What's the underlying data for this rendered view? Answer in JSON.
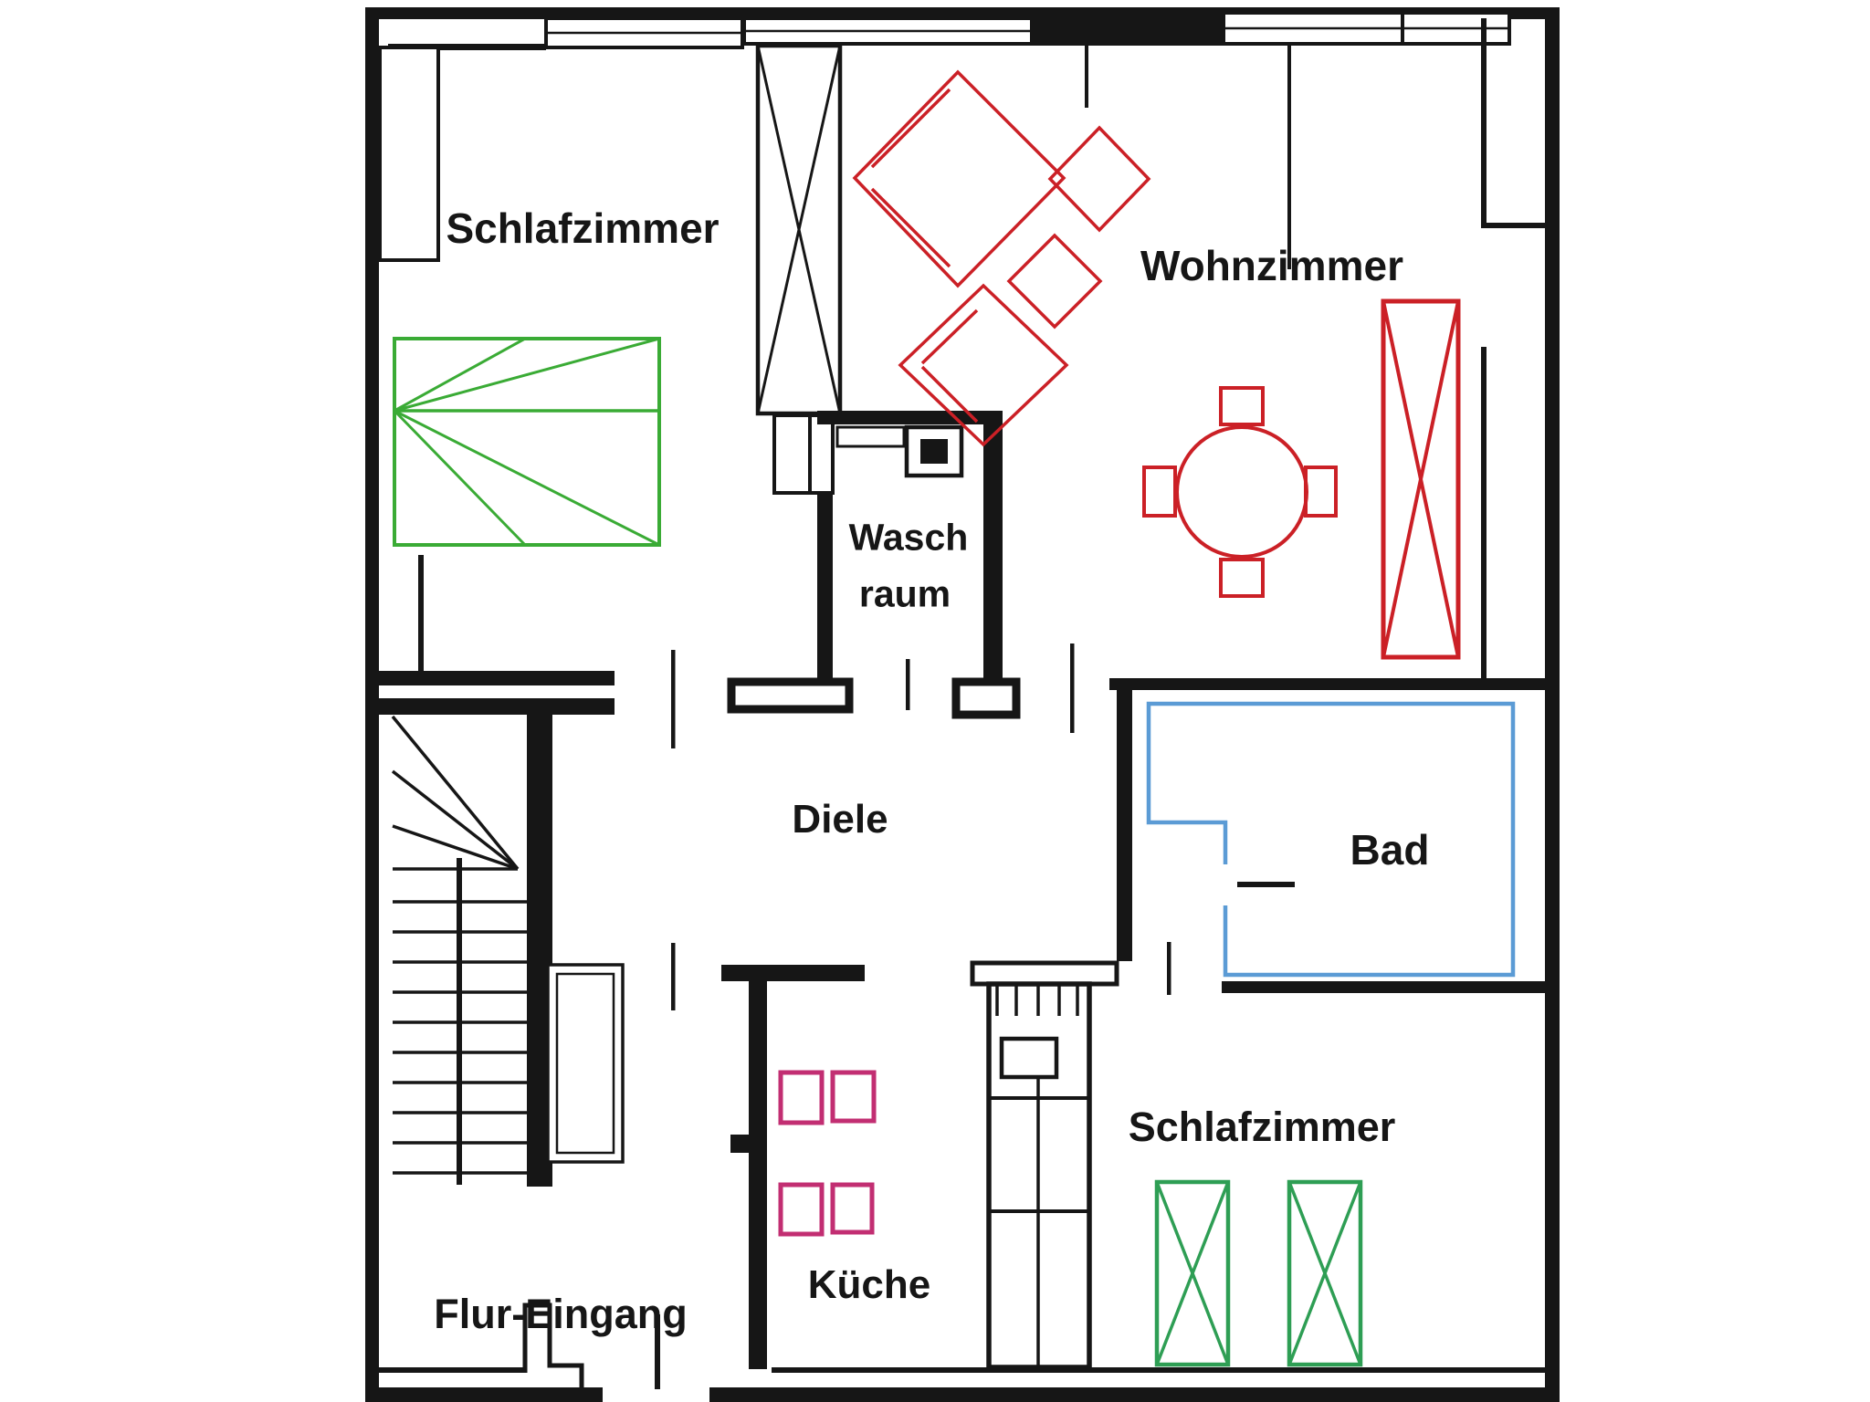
{
  "plan": {
    "type": "apartment floor plan",
    "rooms": {
      "schlafzimmer_top": {
        "label": "Schlafzimmer"
      },
      "wohnzimmer": {
        "label": "Wohnzimmer"
      },
      "waschraum": {
        "label_line1": "Wasch",
        "label_line2": "raum"
      },
      "diele": {
        "label": "Diele"
      },
      "bad": {
        "label": "Bad"
      },
      "flur_eingang": {
        "label": "Flur-Eingang"
      },
      "kueche": {
        "label": "Küche"
      },
      "schlafzimmer_bottom": {
        "label": "Schlafzimmer"
      }
    },
    "furniture": {
      "bed": "double bed (green)",
      "sofa_group": "sofa set with two ottomans, rotated 45° (red)",
      "dining_table": "round table with 4 chairs (red)",
      "wardrobe_living": "tall crossed wardrobe (red)",
      "wardrobes_bedroom": "two crossed wardrobes (green)",
      "kitchen_chairs": "four kitchen chairs (magenta)",
      "kitchen_block": "kitchen unit / chimney block (black)",
      "washing_machine": "washing machine (black square symbol)",
      "stairs": "staircase with winders (black)"
    },
    "colors": {
      "walls": "#161616",
      "bed_green": "#3aab35",
      "wardrobe_green": "#2e9e54",
      "furniture_red": "#cb2026",
      "kitchen_magenta": "#c22e72",
      "bath_blue": "#5b9bd5",
      "paper": "#ffffff"
    }
  }
}
